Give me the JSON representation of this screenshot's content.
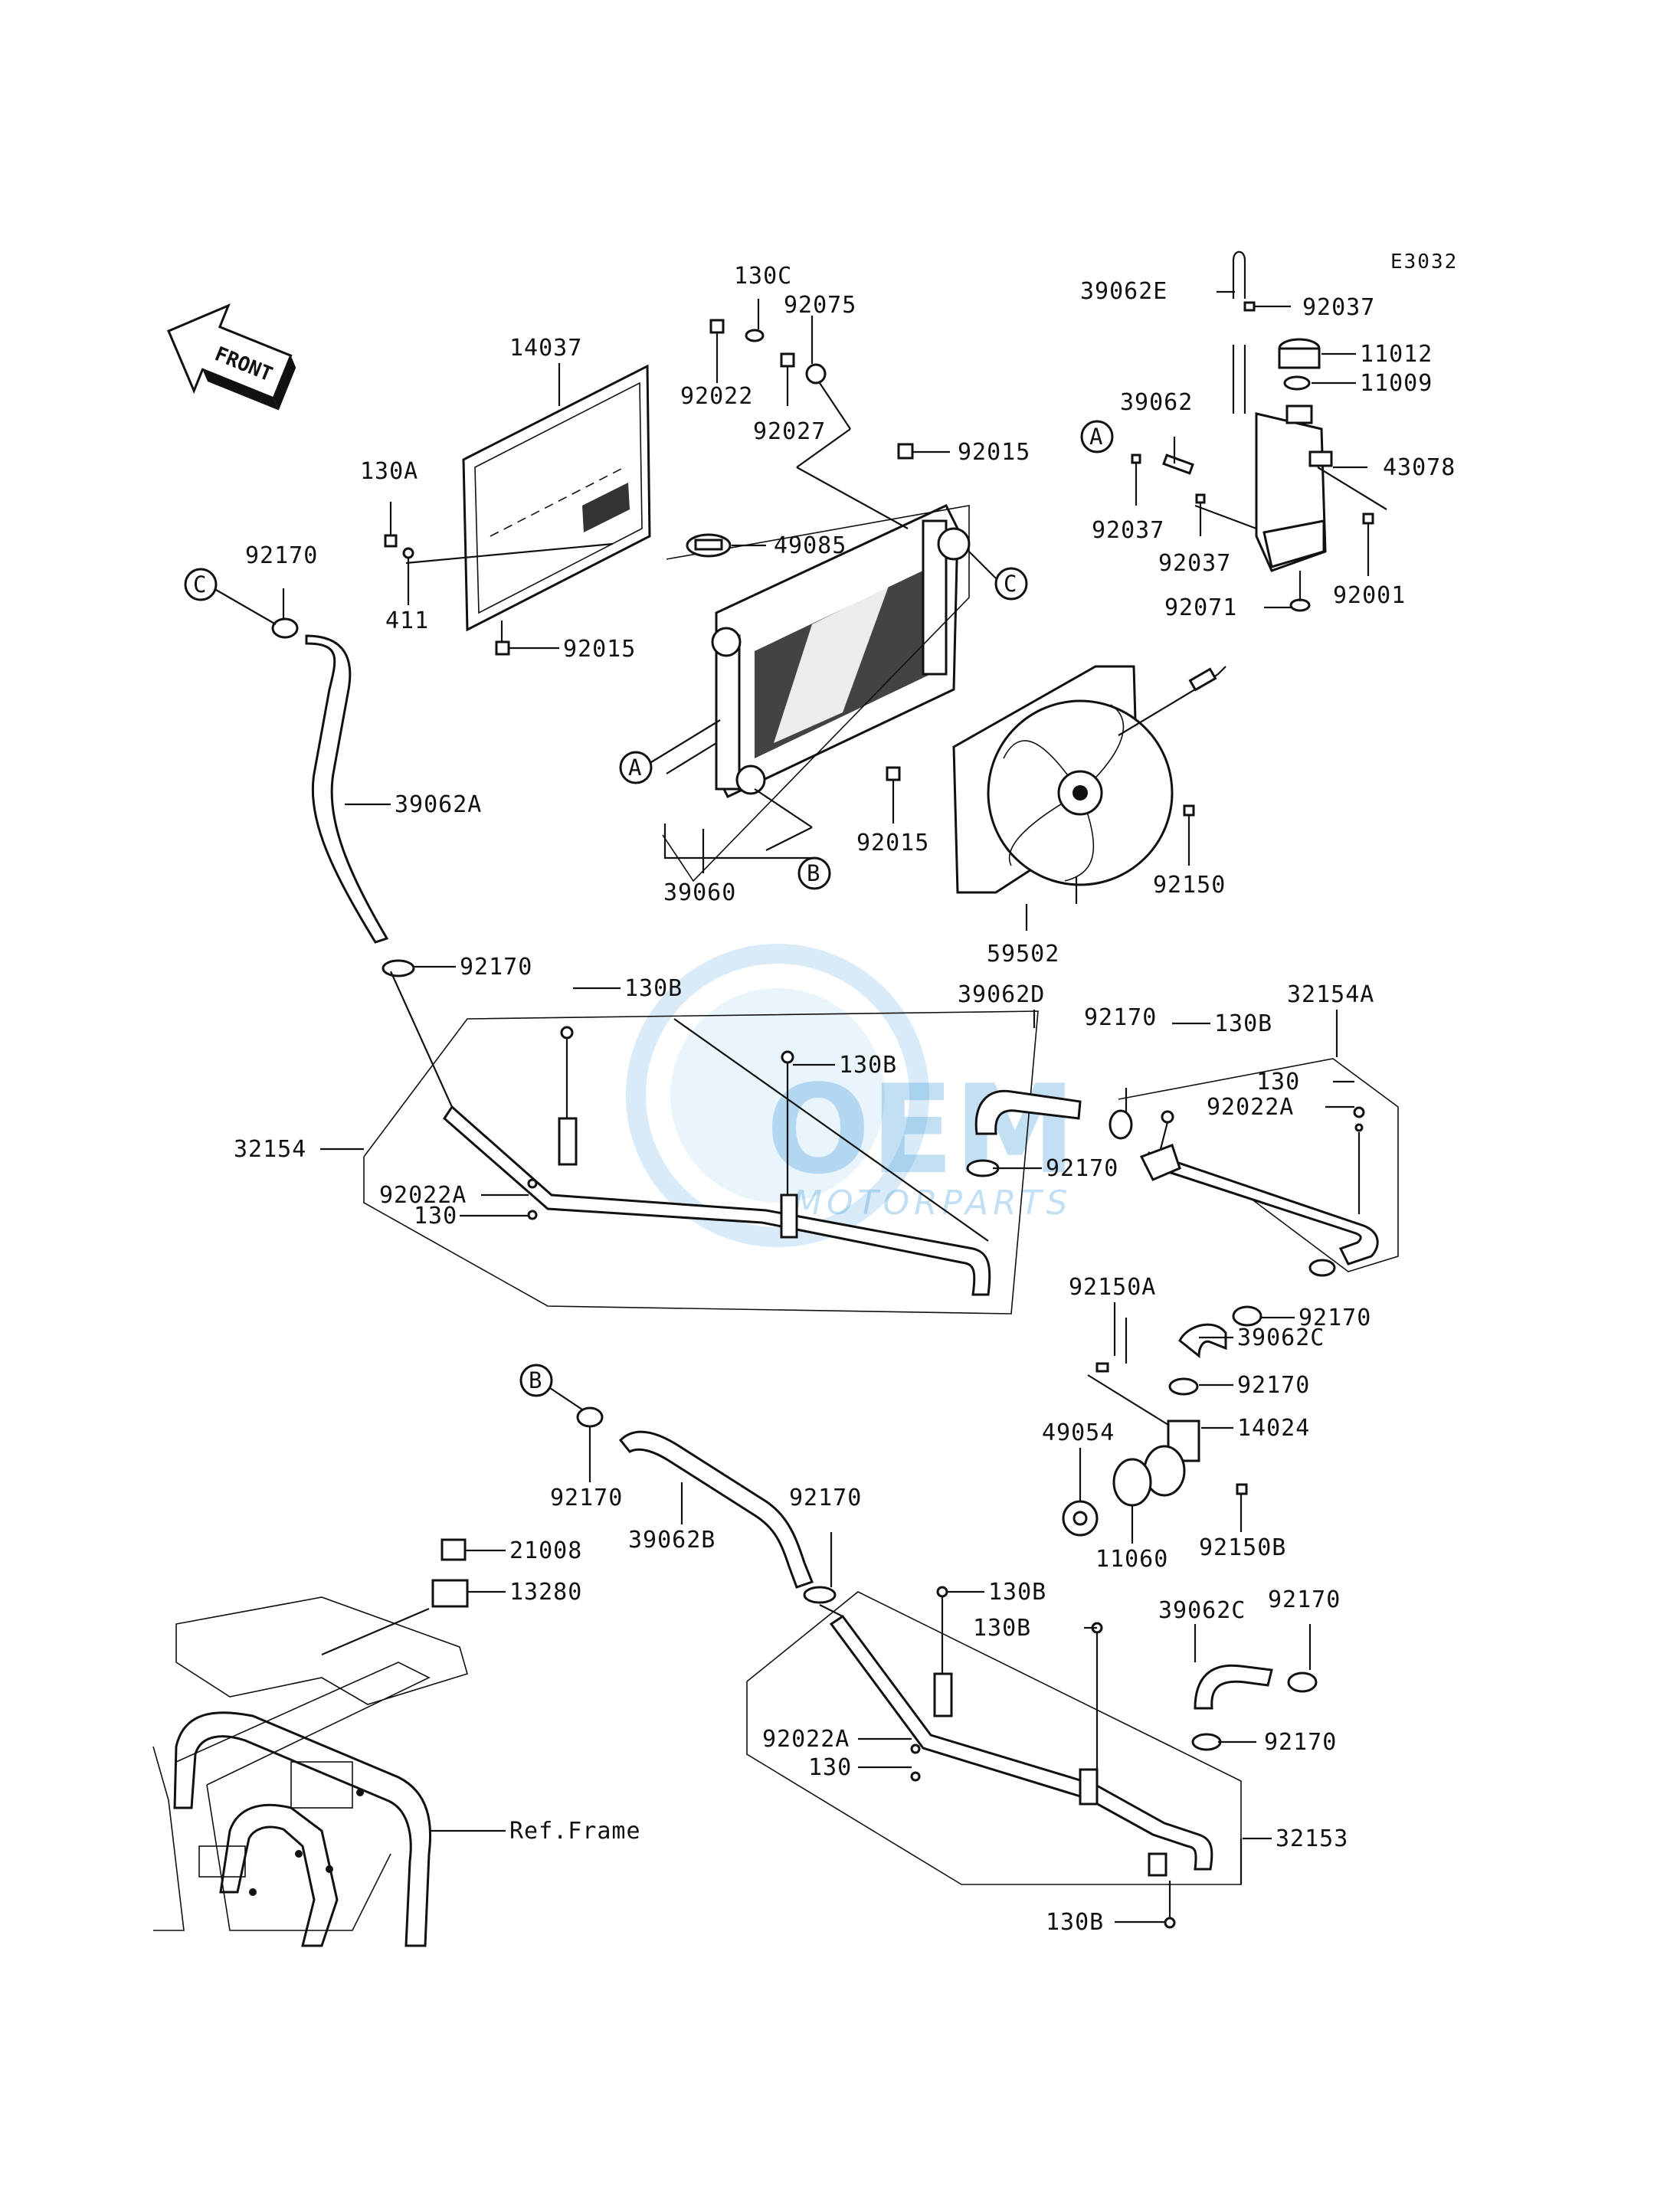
{
  "diagram_code": "E3032",
  "front_label": "FRONT",
  "watermark": {
    "brand": "OEM",
    "sub": "MOTORPARTS"
  },
  "ref_markers": {
    "A": "A",
    "B": "B",
    "C": "C"
  },
  "frame_label": "Ref.Frame",
  "parts": {
    "p39062E": "39062E",
    "p92037_top": "92037",
    "p11012": "11012",
    "p11009": "11009",
    "p43078": "43078",
    "p39062": "39062",
    "p92037_a": "92037",
    "p92037_b": "92037",
    "p92001": "92001",
    "p92071": "92071",
    "p14037": "14037",
    "p130A": "130A",
    "p411": "411",
    "p92015_grille": "92015",
    "p92170_c": "92170",
    "p39062A": "39062A",
    "p130C": "130C",
    "p92075": "92075",
    "p92022": "92022",
    "p92027": "92027",
    "p92015_top": "92015",
    "p49085": "49085",
    "p39060": "39060",
    "p92015_rad": "92015",
    "p59502": "59502",
    "p92150": "92150",
    "p92170_lower": "92170",
    "p130B_1": "130B",
    "p130B_2": "130B",
    "p32154": "32154",
    "p92022A_1": "92022A",
    "p130_1": "130",
    "p39062D": "39062D",
    "p92170_d1": "92170",
    "p92170_d2": "92170",
    "p32154A": "32154A",
    "p130B_3": "130B",
    "p130_2": "130",
    "p92022A_2": "92022A",
    "p92170_e": "92170",
    "p92150A": "92150A",
    "p39062C_1": "39062C",
    "p92170_f": "92170",
    "p14024": "14024",
    "p49054": "49054",
    "p11060": "11060",
    "p92150B": "92150B",
    "p92170_b1": "92170",
    "p39062B": "39062B",
    "p92170_b2": "92170",
    "p21008": "21008",
    "p13280": "13280",
    "p130B_4": "130B",
    "p130B_5": "130B",
    "p92022A_3": "92022A",
    "p130_3": "130",
    "p39062C_2": "39062C",
    "p92170_g": "92170",
    "p92170_h": "92170",
    "p32153": "32153",
    "p130B_6": "130B"
  }
}
